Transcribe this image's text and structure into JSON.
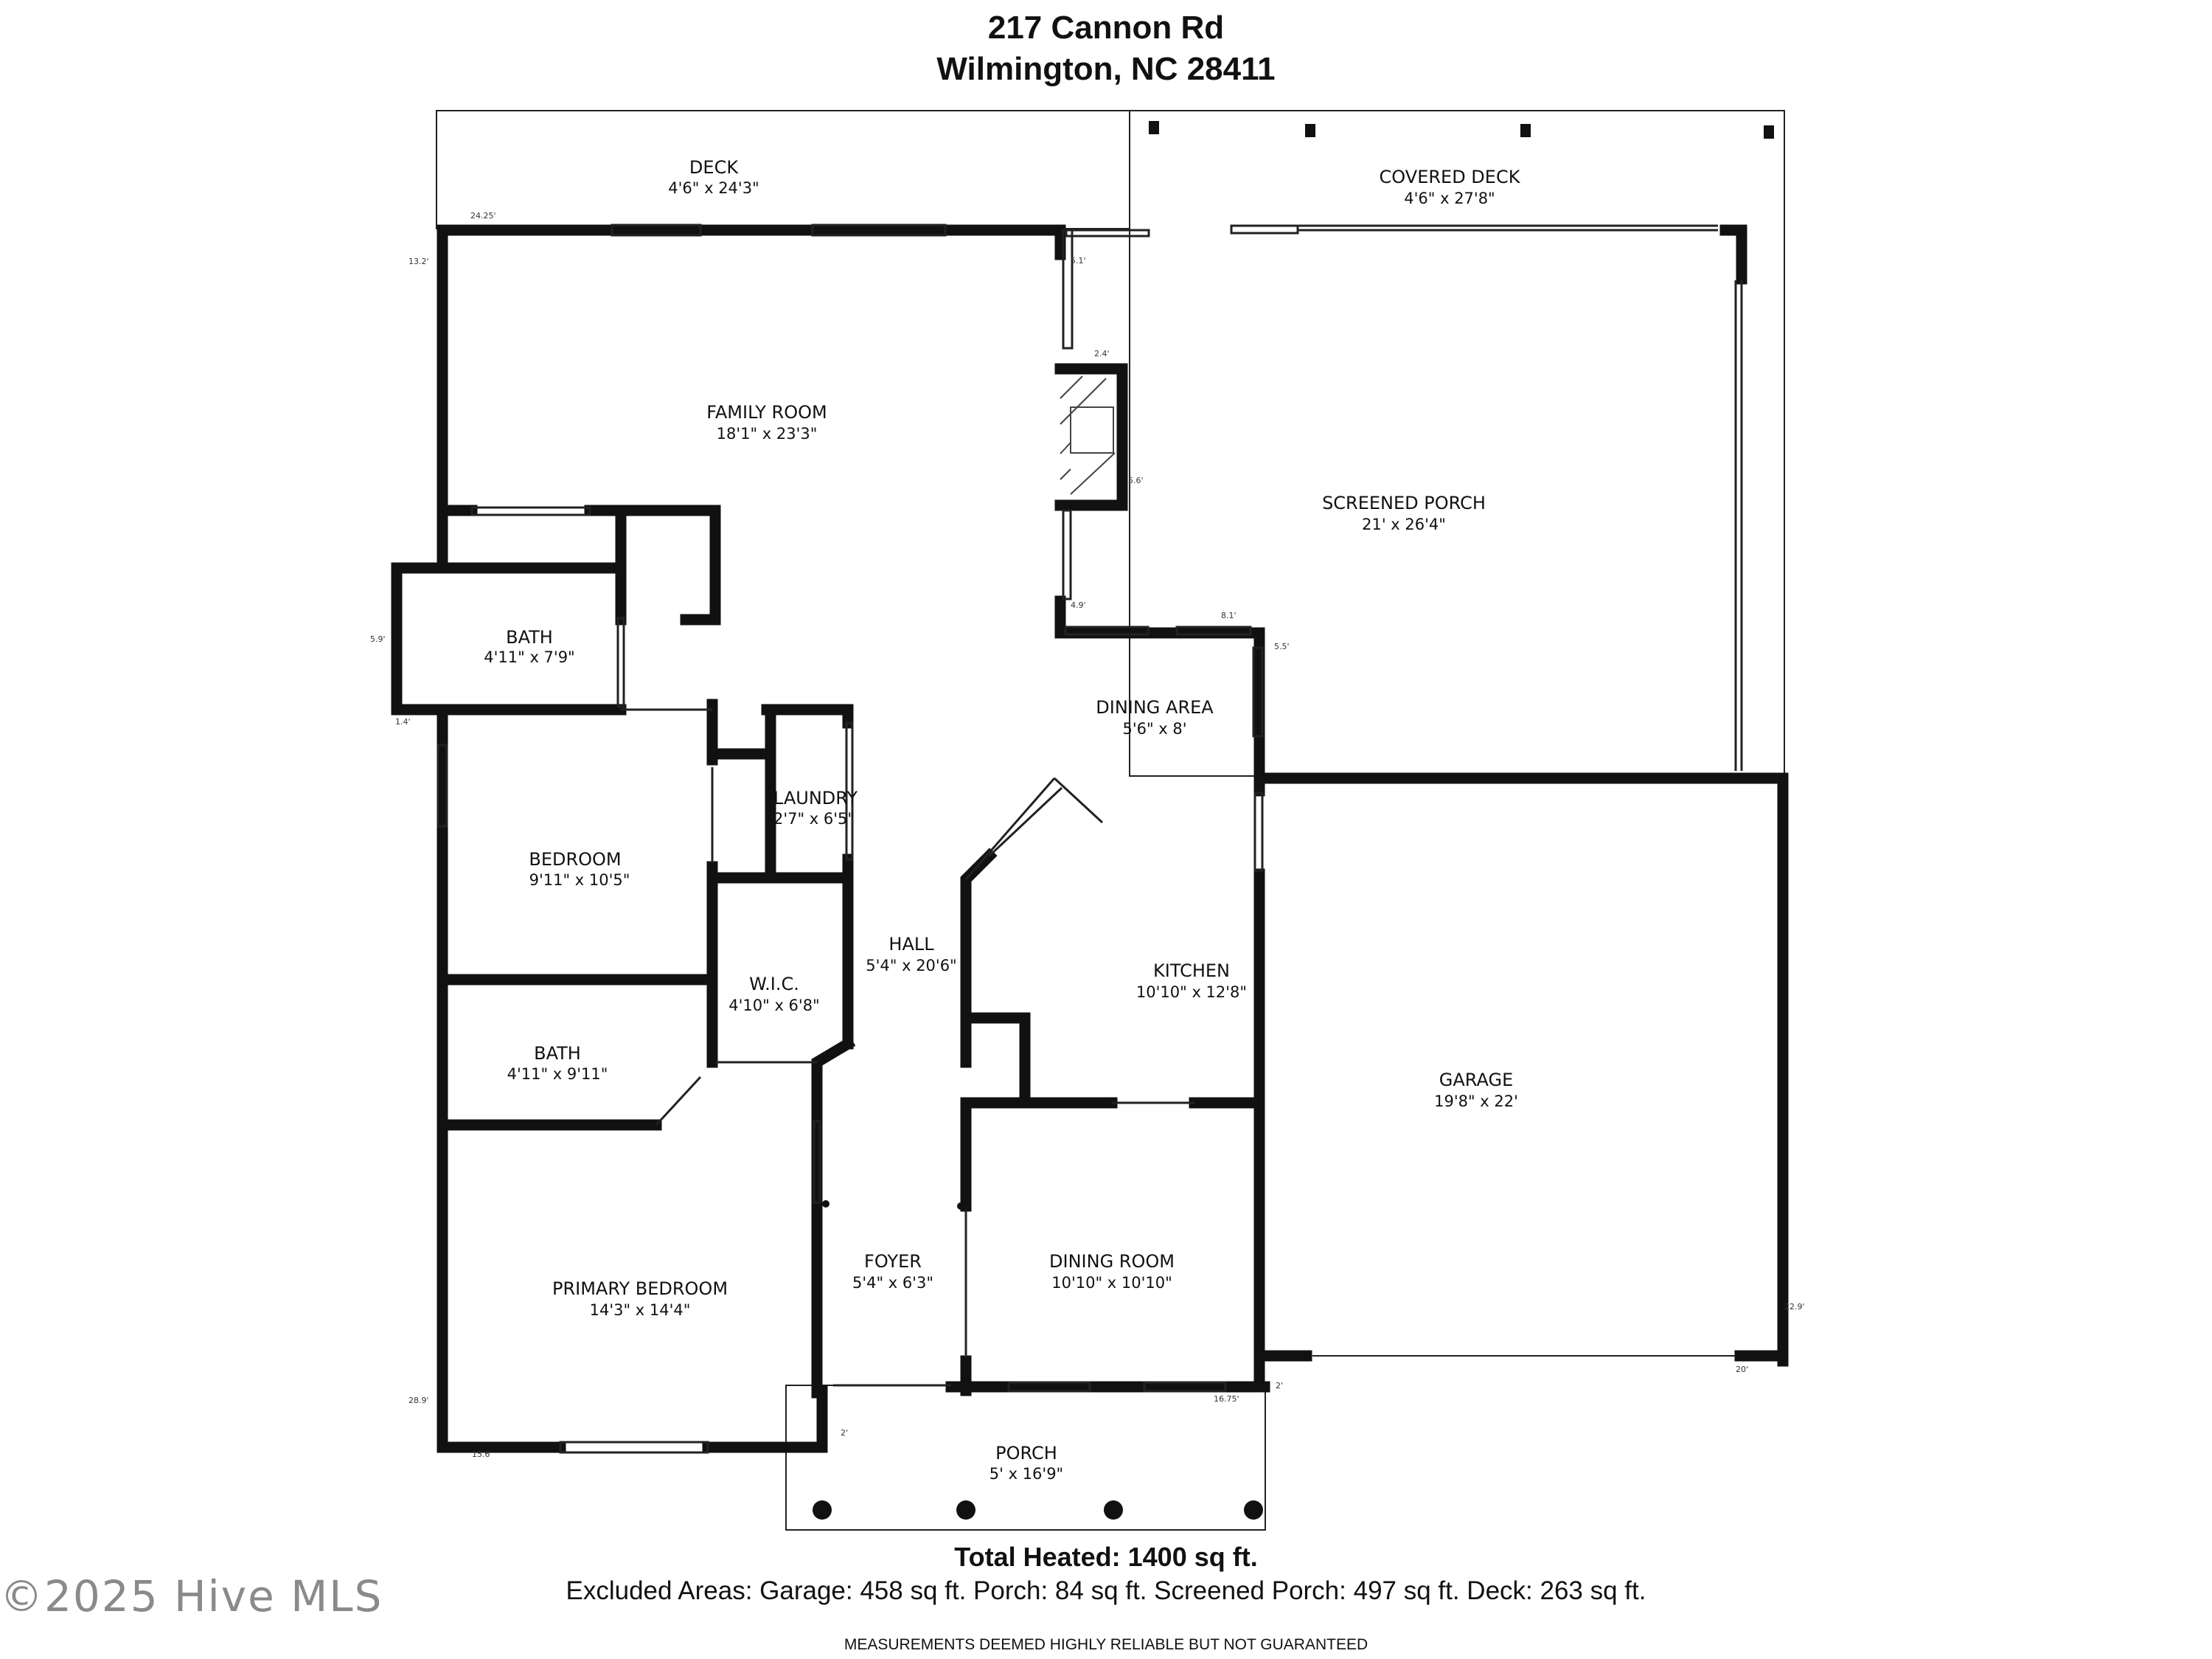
{
  "header": {
    "address_line1": "217 Cannon Rd",
    "address_line2": "Wilmington, NC 28411"
  },
  "rooms": {
    "deck": {
      "name": "DECK",
      "dims": "4'6\" x 24'3\""
    },
    "covered_deck": {
      "name": "COVERED DECK",
      "dims": "4'6\" x 27'8\""
    },
    "family_room": {
      "name": "FAMILY ROOM",
      "dims": "18'1\" x 23'3\""
    },
    "screened_porch": {
      "name": "SCREENED PORCH",
      "dims": "21' x 26'4\""
    },
    "bath_upper": {
      "name": "BATH",
      "dims": "4'11\" x 7'9\""
    },
    "dining_area": {
      "name": "DINING AREA",
      "dims": "5'6\" x 8'"
    },
    "laundry": {
      "name": "LAUNDRY",
      "dims": "2'7\" x 6'5\""
    },
    "bedroom": {
      "name": "BEDROOM",
      "dims": "9'11\" x 10'5\""
    },
    "hall": {
      "name": "HALL",
      "dims": "5'4\" x 20'6\""
    },
    "wic": {
      "name": "W.I.C.",
      "dims": "4'10\" x 6'8\""
    },
    "kitchen": {
      "name": "KITCHEN",
      "dims": "10'10\" x 12'8\""
    },
    "bath_lower": {
      "name": "BATH",
      "dims": "4'11\" x 9'11\""
    },
    "garage": {
      "name": "GARAGE",
      "dims": "19'8\" x 22'"
    },
    "foyer": {
      "name": "FOYER",
      "dims": "5'4\" x 6'3\""
    },
    "dining_room": {
      "name": "DINING ROOM",
      "dims": "10'10\" x 10'10\""
    },
    "primary_bedroom": {
      "name": "PRIMARY BEDROOM",
      "dims": "14'3\" x 14'4\""
    },
    "porch": {
      "name": "PORCH",
      "dims": "5' x 16'9\""
    }
  },
  "measurements": {
    "m1": "24.25'",
    "m2": "13.2'",
    "m3": "5.1'",
    "m4": "2.4'",
    "m5": "5.6'",
    "m6": "4.9'",
    "m7": "8.1'",
    "m8": "5.5'",
    "m9": "5.9'",
    "m10": "1.4'",
    "m11": "22.9'",
    "m12": "20'",
    "m13": "2'",
    "m14": "16.75'",
    "m15": "28.9'",
    "m16": "2'",
    "m17": "15.6'"
  },
  "footer": {
    "total_heated": "Total Heated: 1400 sq ft.",
    "excluded": "Excluded Areas: Garage: 458 sq ft. Porch: 84 sq ft. Screened Porch: 497 sq ft. Deck: 263 sq ft.",
    "disclaimer": "MEASUREMENTS DEEMED HIGHLY RELIABLE BUT NOT GUARANTEED"
  },
  "watermark": "©2025 Hive MLS"
}
